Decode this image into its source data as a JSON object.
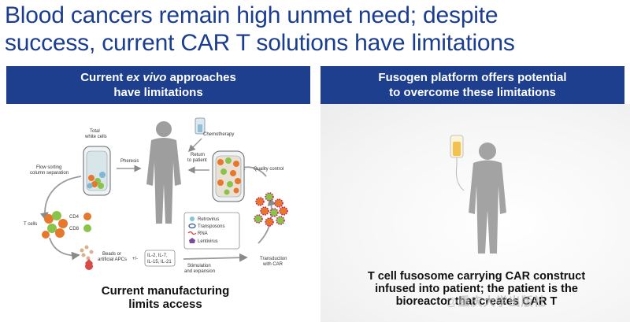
{
  "title": {
    "line1": "Blood cancers remain high unmet need; despite",
    "line2": "success, current CAR T solutions have limitations"
  },
  "left_panel": {
    "header_line1_pre": "Current ",
    "header_line1_em": "ex vivo",
    "header_line1_post": " approaches",
    "header_line2": "have limitations",
    "caption_line1": "Current manufacturing",
    "caption_line2": "limits access",
    "diagram": {
      "total_white_cells": "Total",
      "total_white_cells2": "white cells",
      "pheresis": "Pheresis",
      "chemotherapy": "Chemotherapy",
      "return_to_patient": "Return",
      "return_to_patient2": "to patient",
      "quality_control": "Quality control",
      "flow_sorting": "Flow sorting",
      "flow_sorting2": "column separation",
      "t_cells": "T cells",
      "cd4": "CD4",
      "cd8": "CD8",
      "retrovirus": "Retrovirus",
      "transposons": "Transposons",
      "rna": "RNA",
      "lentivirus": "Lentivirus",
      "beads": "Beads or",
      "beads2": "artificial APCs",
      "plus_minus": "+/-",
      "il1": "IL-2, IL-7,",
      "il2": "IL-15, IL-21",
      "stimulation": "Stimulation",
      "stimulation2": "and expansion",
      "transduction": "Transduction",
      "transduction2": "with CAR"
    }
  },
  "right_panel": {
    "header_line1": "Fusogen platform offers potential",
    "header_line2": "to overcome these limitations",
    "caption_line1": "T cell fusosome carrying CAR construct",
    "caption_line2": "infused into patient; the patient is the",
    "caption_line3": "bioreactor that creates CAR T"
  },
  "colors": {
    "title": "#1a3d8f",
    "header_bg": "#1e3f8e",
    "cd4": "#e8772e",
    "cd8": "#8bc34a",
    "iv_bag": "#f2c14e"
  },
  "watermark": "@重庆大学出版社"
}
